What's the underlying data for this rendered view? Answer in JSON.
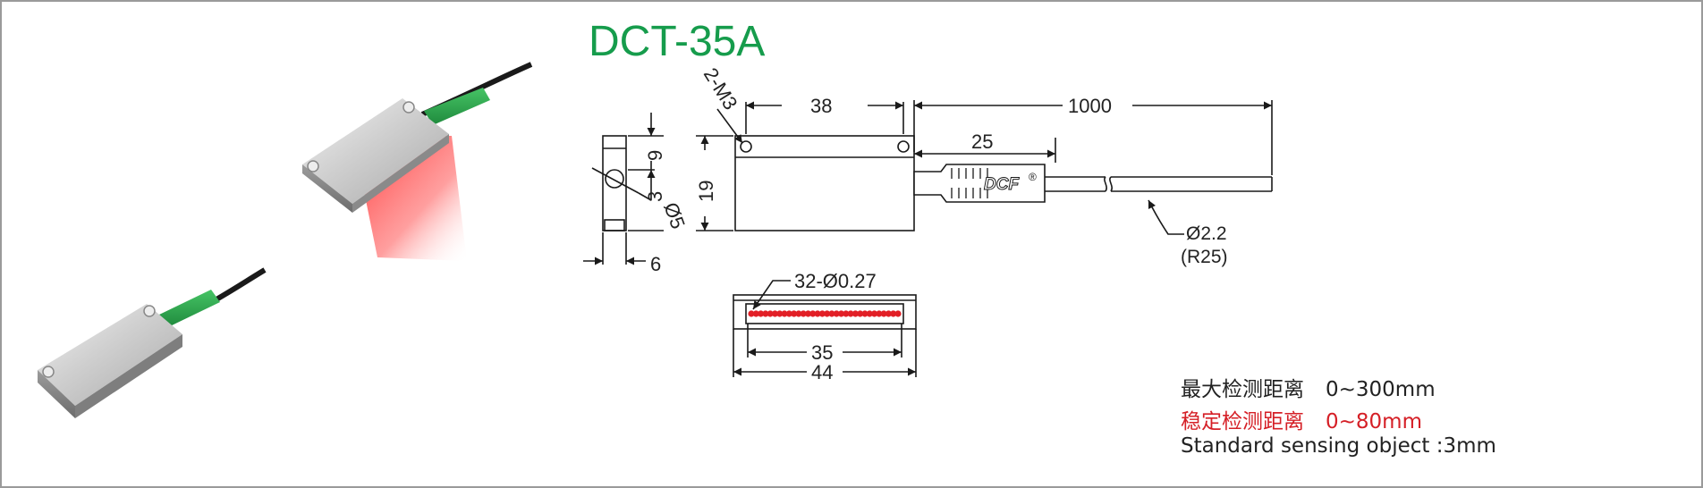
{
  "model": "DCT-35A",
  "colors": {
    "title": "#169c4c",
    "highlight": "#d51f26",
    "line": "#1a1a1a",
    "body": "#cfcfcf",
    "green_sleeve": "#2fa84f",
    "emitter": "#e21f26"
  },
  "side_view": {
    "dim_height_top": "9",
    "dim_height_total": "19",
    "dim_height_bottom": "3",
    "dim_hole": "Ø5",
    "dim_width": "6"
  },
  "top_view": {
    "mount_holes": "2-M3",
    "dim_hole_pitch": "38",
    "dim_cable_length": "1000",
    "dim_sleeve_length": "25",
    "brand": "DCF",
    "brand_mark": "®",
    "cable_diameter": "Ø2.2",
    "bend_radius": "(R25)"
  },
  "front_view": {
    "aperture": "32-Ø0.27",
    "dim_array_length": "35",
    "dim_total_length": "44",
    "aperture_count": 32
  },
  "specs": {
    "max_distance_label": "最大检测距离",
    "max_distance_value": "0~300mm",
    "stable_distance_label": "稳定检测距离",
    "stable_distance_value": "0~80mm",
    "standard_object": "Standard sensing object :3mm"
  }
}
